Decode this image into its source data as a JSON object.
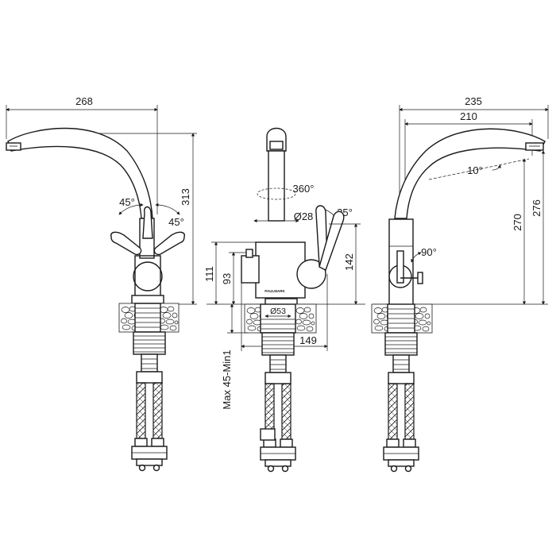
{
  "left_view": {
    "dim_width": "268",
    "dim_height": "313",
    "angle_left": "45°",
    "angle_right": "45°"
  },
  "front_view": {
    "rotation": "360°",
    "spout_diameter": "Ø28",
    "handle_angle": "25°",
    "dim_111": "111",
    "dim_93": "93",
    "dim_142": "142",
    "base_diameter": "Ø53",
    "dim_149": "149",
    "mount_range": "Max 45-Min1",
    "brand_mark": "PAULMARK"
  },
  "right_view": {
    "dim_235": "235",
    "dim_210": "210",
    "spout_tilt": "10°",
    "dim_270": "270",
    "dim_276": "276",
    "lever_angle": "90°"
  }
}
